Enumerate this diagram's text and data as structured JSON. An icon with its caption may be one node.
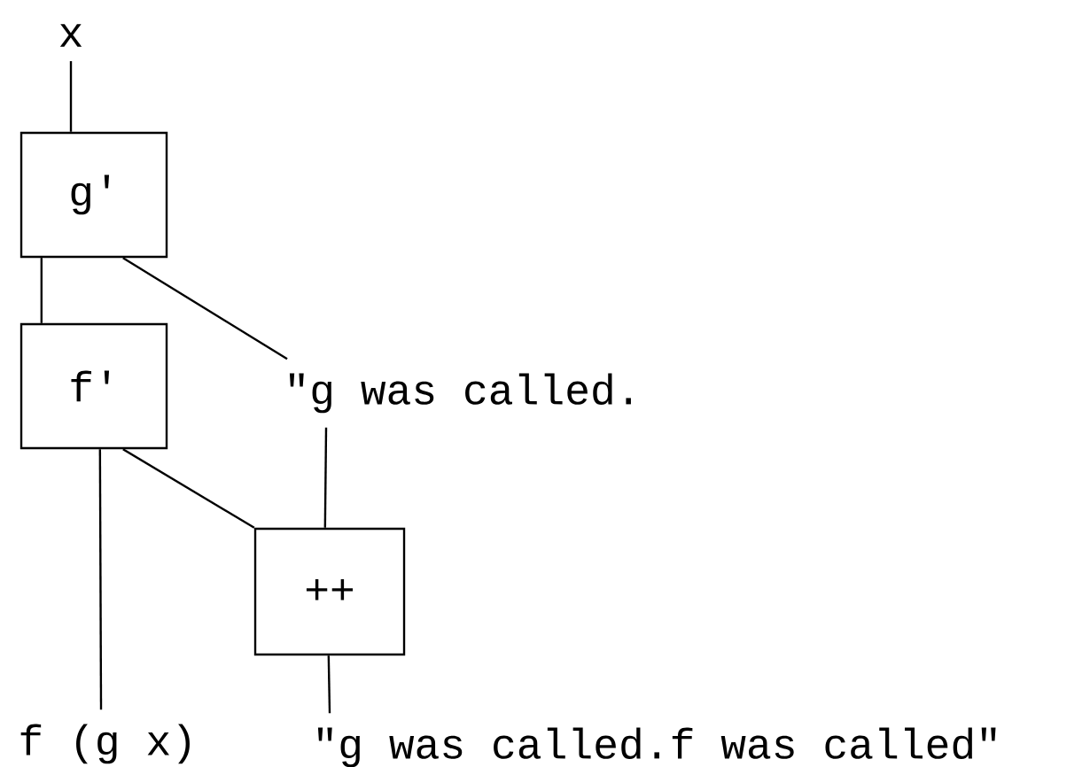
{
  "diagram": {
    "nodes": [
      {
        "text": [
          "x"
        ]
      },
      {
        "text": [
          "g′"
        ]
      },
      {
        "text": [
          "f′"
        ]
      },
      {
        "text": [
          "\"g was called."
        ]
      },
      {
        "text": [
          "++"
        ]
      },
      {
        "text": [
          "f (g x)"
        ]
      },
      {
        "text": [
          "\"g was called.f was called\""
        ]
      }
    ],
    "edges": [
      {
        "from": 0,
        "to": 1,
        "arrow": "none"
      },
      {
        "from": 1,
        "to": 2,
        "arrow": "none"
      },
      {
        "from": 1,
        "to": 3,
        "arrow": "none"
      },
      {
        "from": 3,
        "to": 4,
        "arrow": "none"
      },
      {
        "from": 2,
        "to": 5,
        "arrow": "none"
      },
      {
        "from": 2,
        "to": 4,
        "arrow": "none"
      },
      {
        "from": 4,
        "to": 6,
        "arrow": "none"
      }
    ]
  }
}
